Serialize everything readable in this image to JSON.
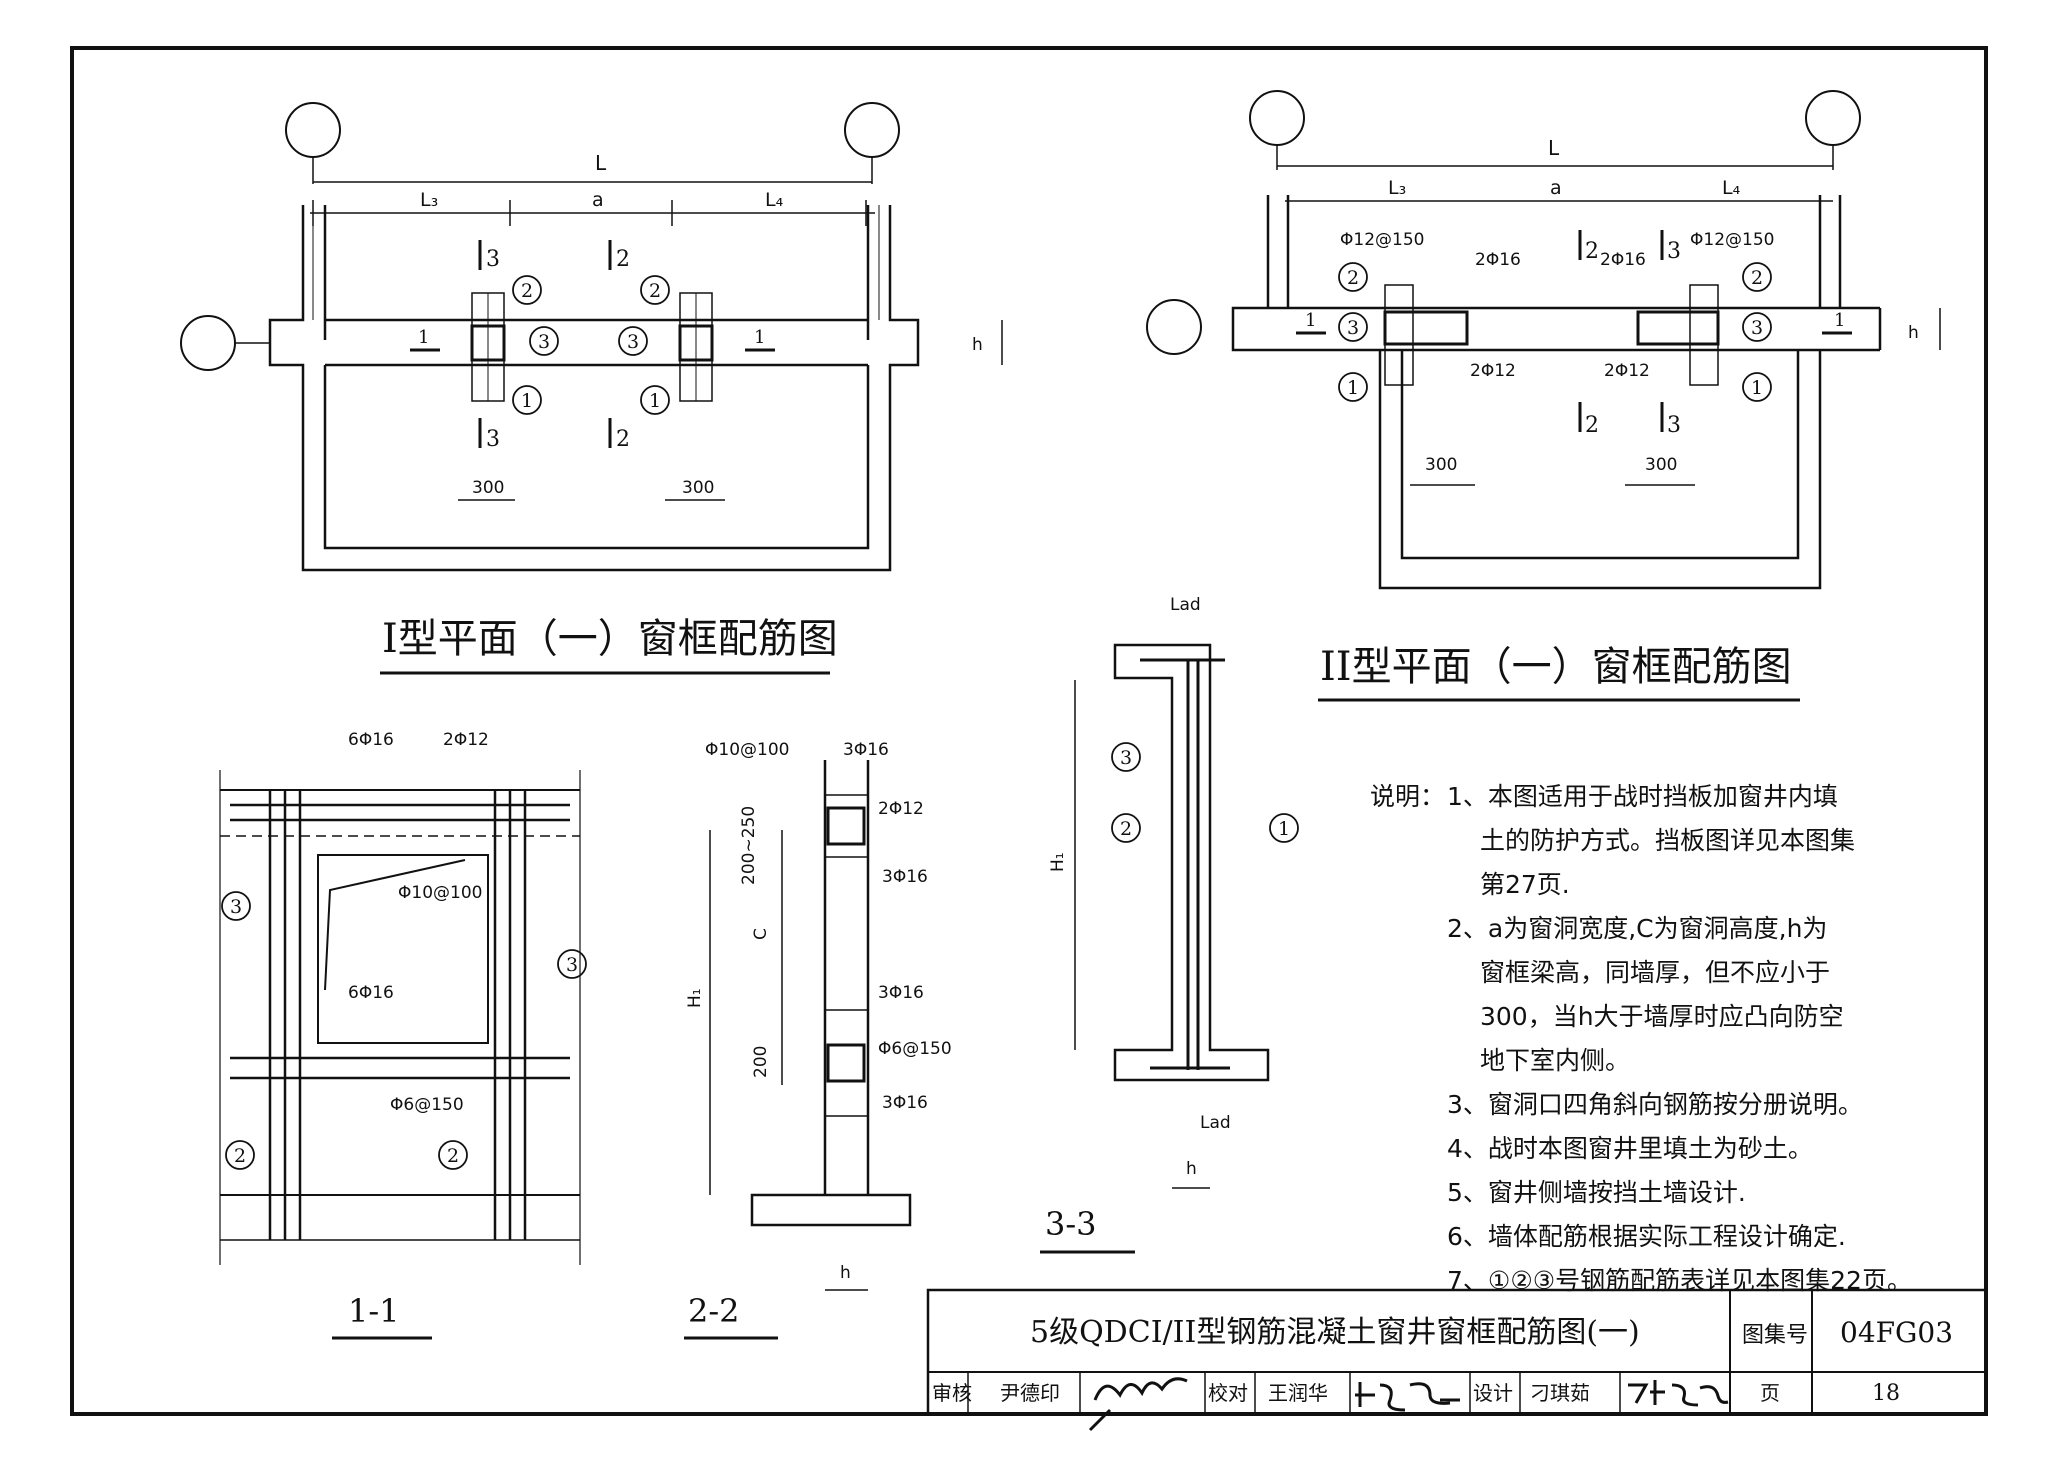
{
  "drawings": {
    "plan_type1": {
      "title": "I型平面（一）窗框配筋图",
      "dims": {
        "L": "L",
        "L3": "L₃",
        "a": "a",
        "L4": "L₄",
        "w300a": "300",
        "w300b": "300",
        "h": "h"
      },
      "section_marks": {
        "s3_top": "3",
        "s2_top": "2",
        "s3_bot": "3",
        "s2_bot": "2",
        "s1_left": "1",
        "s1_right": "1"
      },
      "callouts": {
        "left_top": "2",
        "left_mid": "3",
        "left_bot": "1",
        "right_top": "2",
        "right_mid": "3",
        "right_bot": "1"
      }
    },
    "plan_type2": {
      "title": "II型平面（一）窗框配筋图",
      "dims": {
        "L": "L",
        "L3": "L₃",
        "a": "a",
        "L4": "L₄",
        "w300a": "300",
        "w300b": "300",
        "h": "h"
      },
      "rebar_labels": {
        "stirrup_left": "Φ12@150",
        "stirrup_right": "Φ12@150",
        "top_left": "2Φ16",
        "top_right": "2Φ16",
        "bot_left": "2Φ12",
        "bot_right": "2Φ12"
      },
      "section_marks": {
        "s2_top": "2",
        "s3_top": "3",
        "s2_bot": "2",
        "s3_bot": "3",
        "s1_left": "1",
        "s1_right": "1"
      },
      "callouts": {
        "left_top": "2",
        "left_mid": "3",
        "left_bot": "1",
        "right_top": "2",
        "right_mid": "3",
        "right_bot": "1"
      }
    },
    "section_1_1": {
      "title": "1-1",
      "labels": {
        "top_6": "6Φ16",
        "top_2": "2Φ12",
        "diag": "Φ10@100",
        "bot_6": "6Φ16",
        "stirrup": "Φ6@150"
      },
      "callouts": {
        "left_3": "3",
        "right_3": "3",
        "left_2": "2",
        "right_2": "2"
      }
    },
    "section_2_2": {
      "title": "2-2",
      "labels": {
        "stirrup_top": "Φ10@100",
        "bar_top": "3Φ16",
        "bar_2": "2Φ12",
        "bar_3": "3Φ16",
        "bar_4": "3Φ16",
        "stirrup_bot": "Φ6@150",
        "bar_5": "3Φ16"
      },
      "dims": {
        "d1": "200~250",
        "C": "C",
        "H1": "H₁",
        "d2": "200",
        "h": "h"
      }
    },
    "section_3_3": {
      "title": "3-3",
      "labels": {
        "lad_top": "Lad",
        "lad_bot": "Lad",
        "H1": "H₁",
        "h": "h"
      },
      "callouts": {
        "c3": "3",
        "c2": "2",
        "c1": "1"
      }
    }
  },
  "notes": {
    "heading": "说明：",
    "lines": [
      "1、本图适用于战时挡板加窗井内填",
      "土的防护方式。挡板图详见本图集",
      "第27页.",
      "2、a为窗洞宽度,C为窗洞高度,h为",
      "窗框梁高，同墙厚，但不应小于",
      "300，当h大于墙厚时应凸向防空",
      "地下室内侧。",
      "3、窗洞口四角斜向钢筋按分册说明。",
      "4、战时本图窗井里填土为砂土。",
      "5、窗井侧墙按挡土墙设计.",
      "6、墙体配筋根据实际工程设计确定.",
      "7、①②③号钢筋配筋表详见本图集22页。"
    ]
  },
  "title_block": {
    "drawing_name": "5级QDCI/II型钢筋混凝土窗井窗框配筋图(一)",
    "atlas_label": "图集号",
    "atlas_no": "04FG03",
    "review_label": "审核",
    "reviewer": "尹德印",
    "check_label": "校对",
    "checker": "王润华",
    "design_label": "设计",
    "designer": "刁琪茹",
    "page_label": "页",
    "page_no": "18"
  }
}
